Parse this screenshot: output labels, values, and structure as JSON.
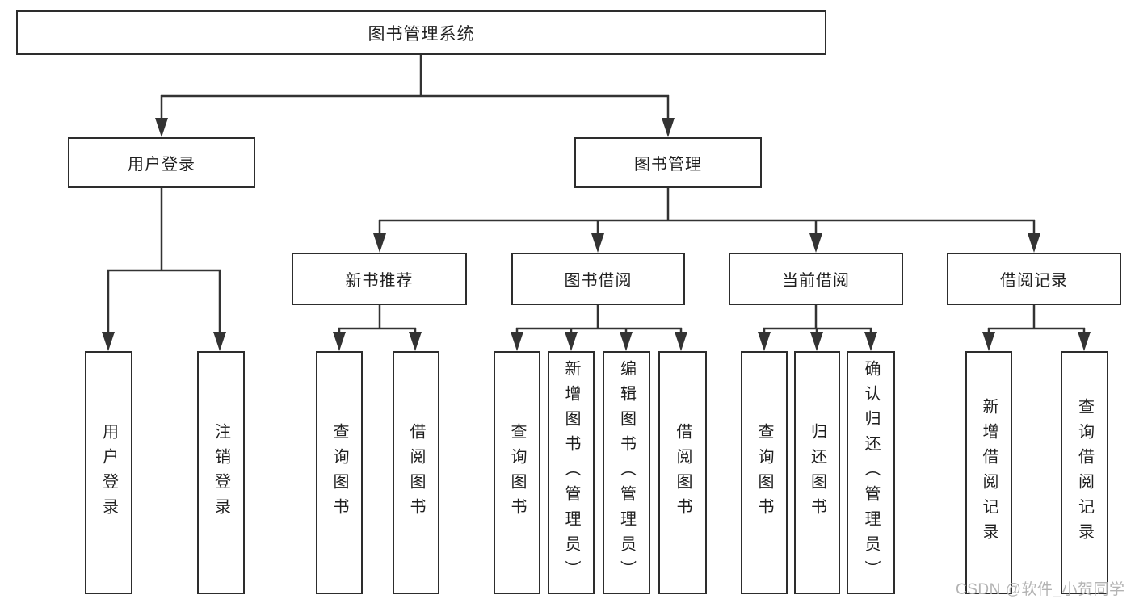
{
  "tree": {
    "root": {
      "label": "图书管理系统"
    },
    "branches": [
      {
        "label": "用户登录",
        "children": [
          {
            "label": "用户登录"
          },
          {
            "label": "注销登录"
          }
        ]
      },
      {
        "label": "图书管理",
        "children": [
          {
            "label": "新书推荐",
            "children": [
              {
                "label": "查询图书"
              },
              {
                "label": "借阅图书"
              }
            ]
          },
          {
            "label": "图书借阅",
            "children": [
              {
                "label": "查询图书"
              },
              {
                "label": "新增图书（管理员）"
              },
              {
                "label": "编辑图书（管理员）"
              },
              {
                "label": "借阅图书"
              }
            ]
          },
          {
            "label": "当前借阅",
            "children": [
              {
                "label": "查询图书"
              },
              {
                "label": "归还图书"
              },
              {
                "label": "确认归还（管理员）"
              }
            ]
          },
          {
            "label": "借阅记录",
            "children": [
              {
                "label": "新增借阅记录"
              },
              {
                "label": "查询借阅记录"
              }
            ]
          }
        ]
      }
    ]
  },
  "watermark": {
    "text": "CSDN @软件_小贺同学"
  },
  "colors": {
    "line": "#333333",
    "box_border": "#2d2d2d",
    "text": "#1f1f1f",
    "watermark": "#b3b3b3",
    "background": "#ffffff"
  }
}
